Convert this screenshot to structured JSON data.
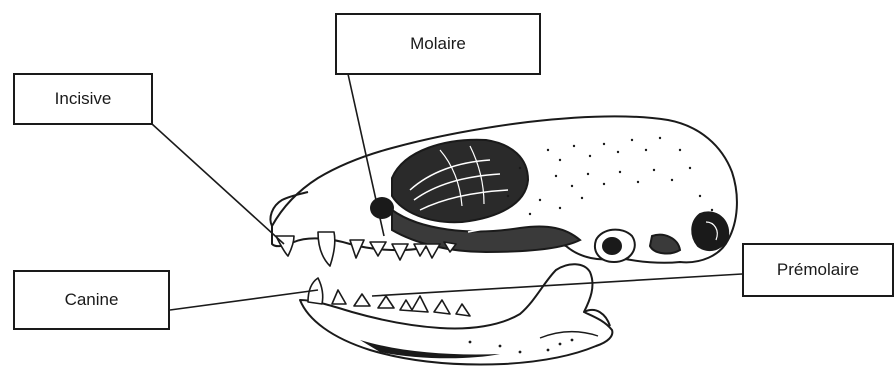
{
  "labels": {
    "incisive": "Incisive",
    "molaire": "Molaire",
    "canine": "Canine",
    "premolaire": "Prémolaire"
  },
  "colors": {
    "ink": "#1a1a1a",
    "bone_light": "#f4f4f4",
    "shadow": "#2a2a2a"
  }
}
